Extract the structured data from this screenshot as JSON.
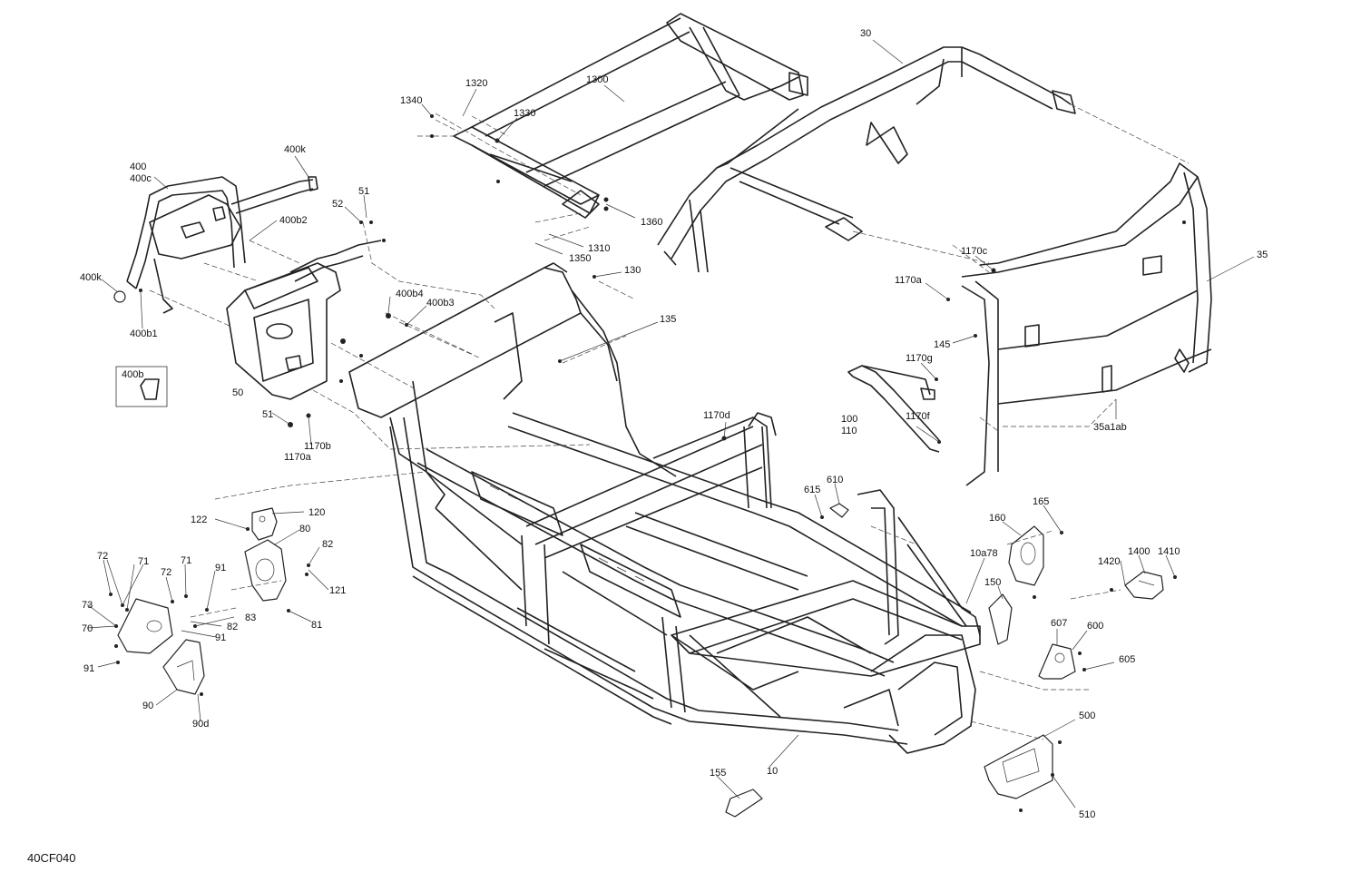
{
  "diagram": {
    "code": "40CF040",
    "labels": {
      "l30": "30",
      "l1300": "1300",
      "l1320": "1320",
      "l1340": "1340",
      "l1330": "1330",
      "l1360": "1360",
      "l1310": "1310",
      "l1350": "1350",
      "l400k_top": "400k",
      "l400": "400",
      "l400c": "400c",
      "l400b2": "400b2",
      "l400k_left": "400k",
      "l400b1": "400b1",
      "l400b": "400b",
      "l51_top": "51",
      "l52": "52",
      "l400b4": "400b4",
      "l400b3": "400b3",
      "l50": "50",
      "l51_bot": "51",
      "l1170b": "1170b",
      "l1170a_left": "1170a",
      "l130": "130",
      "l135": "135",
      "l1170c": "1170c",
      "l1170a_right": "1170a",
      "l35": "35",
      "l145": "145",
      "l1170g": "1170g",
      "l100": "100",
      "l110": "110",
      "l1170f": "1170f",
      "l35a1ab": "35a1ab",
      "l1170d": "1170d",
      "l610": "610",
      "l615": "615",
      "l165": "165",
      "l160": "160",
      "l10a78": "10a78",
      "l150": "150",
      "l1420": "1420",
      "l1400": "1400",
      "l1410": "1410",
      "l607": "607",
      "l600": "600",
      "l605": "605",
      "l500": "500",
      "l510": "510",
      "l10": "10",
      "l155": "155",
      "l120": "120",
      "l122": "122",
      "l80": "80",
      "l82_top": "82",
      "l121": "121",
      "l72_a": "72",
      "l71_a": "71",
      "l72_b": "72",
      "l71_b": "71",
      "l91_top": "91",
      "l73": "73",
      "l70": "70",
      "l83": "83",
      "l82_bot": "82",
      "l81": "81",
      "l91_mid": "91",
      "l91_left": "91",
      "l90": "90",
      "l90d": "90d"
    }
  }
}
